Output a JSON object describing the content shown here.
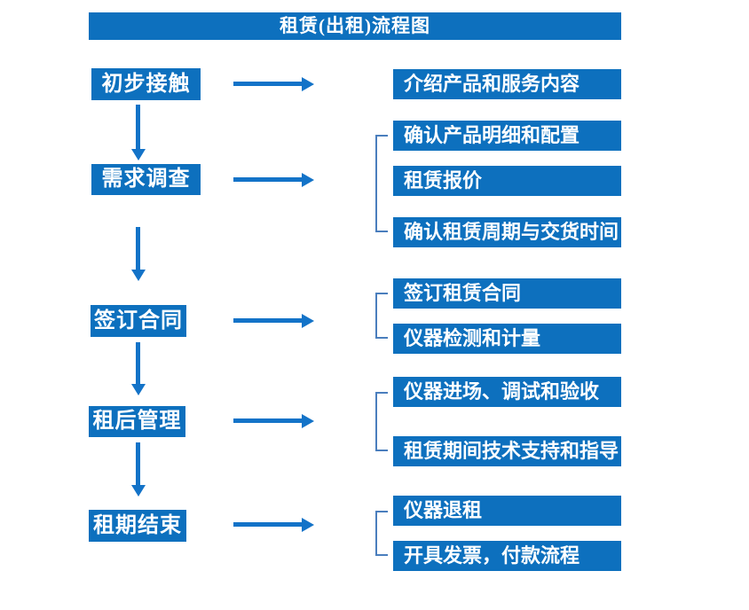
{
  "title": "租赁(出租)流程图",
  "colors": {
    "box_blue": "#0d70be",
    "arrow_blue": "#1373c8",
    "bracket_blue": "#4a7ebd",
    "text_white": "#ffffff"
  },
  "steps": [
    {
      "label": "初步接触",
      "children": [
        "介绍产品和服务内容"
      ]
    },
    {
      "label": "需求调查",
      "children": [
        "确认产品明细和配置",
        "租赁报价",
        "确认租赁周期与交货时间"
      ]
    },
    {
      "label": "签订合同",
      "children": [
        "签订租赁合同",
        "仪器检测和计量"
      ]
    },
    {
      "label": "租后管理",
      "children": [
        "仪器进场、调试和验收",
        "租赁期间技术支持和指导"
      ]
    },
    {
      "label": "租期结束",
      "children": [
        "仪器退租",
        "开具发票，付款流程"
      ]
    }
  ]
}
